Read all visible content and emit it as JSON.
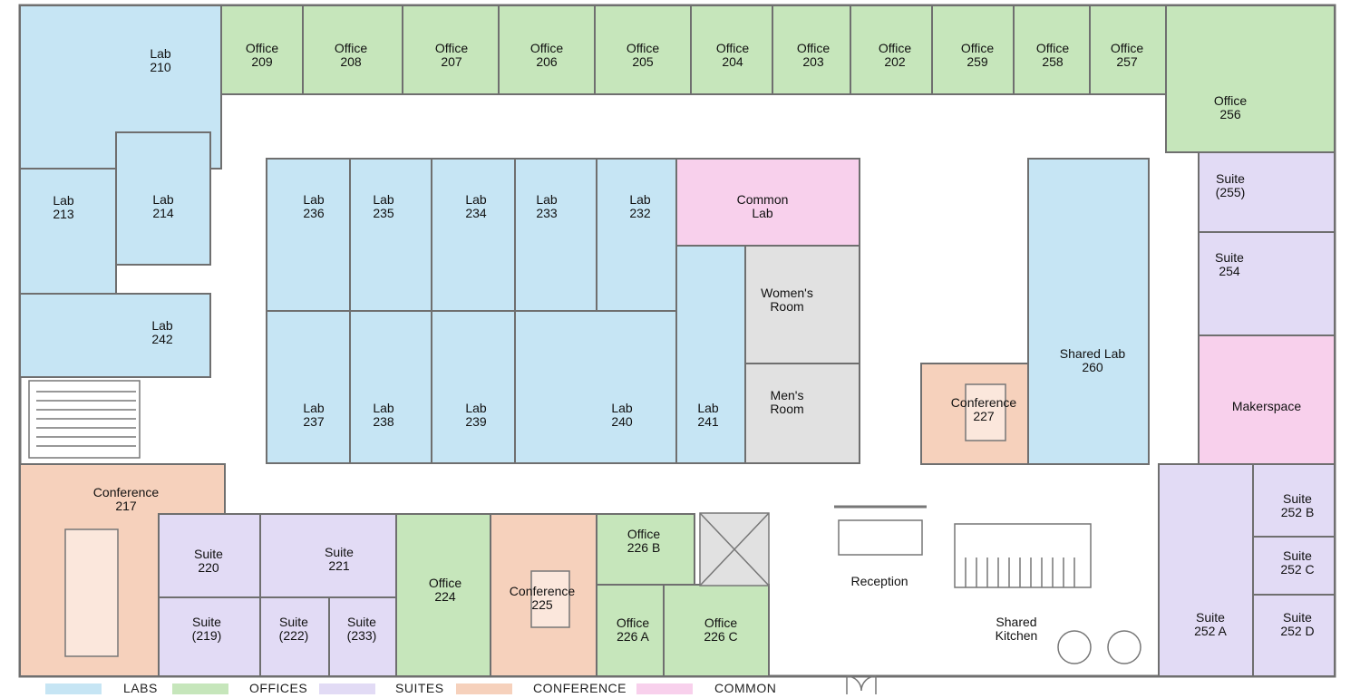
{
  "colors": {
    "labs": "#c6e5f4",
    "offices": "#c6e6bb",
    "suites": "#e2dbf5",
    "conference": "#f6d1bc",
    "common": "#f8d0ec",
    "restroom": "#e1e1e1",
    "blank": "#ffffff"
  },
  "rooms": {
    "lab_210": [
      "Lab",
      "210"
    ],
    "office_209": [
      "Office",
      "209"
    ],
    "office_208": [
      "Office",
      "208"
    ],
    "office_207": [
      "Office",
      "207"
    ],
    "office_206": [
      "Office",
      "206"
    ],
    "office_205": [
      "Office",
      "205"
    ],
    "office_204": [
      "Office",
      "204"
    ],
    "office_203": [
      "Office",
      "203"
    ],
    "office_202": [
      "Office",
      "202"
    ],
    "office_259": [
      "Office",
      "259"
    ],
    "office_258": [
      "Office",
      "258"
    ],
    "office_257": [
      "Office",
      "257"
    ],
    "office_256": [
      "Office",
      "256"
    ],
    "lab_213": [
      "Lab",
      "213"
    ],
    "lab_214": [
      "Lab",
      "214"
    ],
    "lab_242": [
      "Lab",
      "242"
    ],
    "lab_236": [
      "Lab",
      "236"
    ],
    "lab_235": [
      "Lab",
      "235"
    ],
    "lab_234": [
      "Lab",
      "234"
    ],
    "lab_233": [
      "Lab",
      "233"
    ],
    "lab_232": [
      "Lab",
      "232"
    ],
    "lab_237": [
      "Lab",
      "237"
    ],
    "lab_238": [
      "Lab",
      "238"
    ],
    "lab_239": [
      "Lab",
      "239"
    ],
    "lab_240": [
      "Lab",
      "240"
    ],
    "lab_241": [
      "Lab",
      "241"
    ],
    "common_lab": [
      "Common",
      "Lab"
    ],
    "womens_room": [
      "Women's",
      "Room"
    ],
    "mens_room": [
      "Men's",
      "Room"
    ],
    "shared_lab_260": [
      "Shared Lab",
      "260"
    ],
    "conference_227": [
      "Conference",
      "227"
    ],
    "suite_255": [
      "Suite",
      "(255)"
    ],
    "suite_254": [
      "Suite",
      "254"
    ],
    "makerspace": [
      "Makerspace"
    ],
    "conference_217": [
      "Conference",
      "217"
    ],
    "suite_220": [
      "Suite",
      "220"
    ],
    "suite_221": [
      "Suite",
      "221"
    ],
    "suite_219": [
      "Suite",
      "(219)"
    ],
    "suite_222": [
      "Suite",
      "(222)"
    ],
    "suite_233": [
      "Suite",
      "(233)"
    ],
    "office_224": [
      "Office",
      "224"
    ],
    "conference_225": [
      "Conference",
      "225"
    ],
    "office_226b": [
      "Office",
      "226 B"
    ],
    "office_226a": [
      "Office",
      "226 A"
    ],
    "office_226c": [
      "Office",
      "226 C"
    ],
    "reception": [
      "Reception"
    ],
    "shared_kitchen": [
      "Shared",
      "Kitchen"
    ],
    "suite_252a": [
      "Suite",
      "252 A"
    ],
    "suite_252b": [
      "Suite",
      "252 B"
    ],
    "suite_252c": [
      "Suite",
      "252 C"
    ],
    "suite_252d": [
      "Suite",
      "252 D"
    ]
  },
  "legend": {
    "labs": "LABS",
    "offices": "OFFICES",
    "suites": "SUITES",
    "conference": "CONFERENCE",
    "common": "COMMON"
  }
}
